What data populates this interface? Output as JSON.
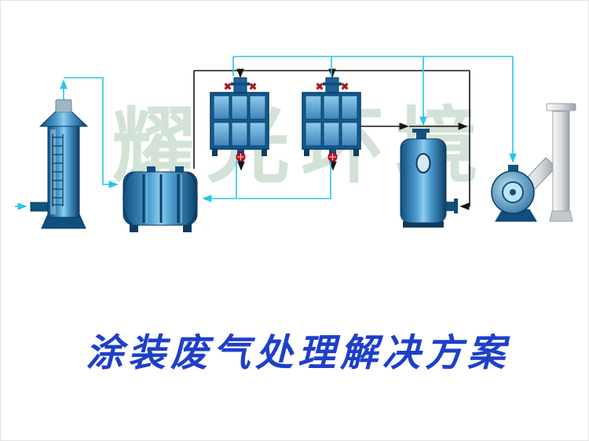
{
  "page": {
    "background": "#ffffff"
  },
  "watermark": {
    "text": "耀光环境",
    "color": "#c9dccd"
  },
  "title": {
    "text": "涂装废气处理解决方案",
    "color": "#1e3fc8"
  },
  "colors": {
    "equipment_blue_dark": "#0d4a78",
    "equipment_blue_mid": "#4d9dd0",
    "equipment_blue_light": "#8fcdec",
    "panel_blue": "#7ec2e8",
    "pipe_black": "#161616",
    "pipe_cyan": "#29c5e6",
    "valve_red": "#c9121f",
    "chimney_gray": "#d9dde0"
  },
  "components": [
    {
      "name": "spray-tower"
    },
    {
      "name": "uv-filter-box"
    },
    {
      "name": "activated-carbon-box-1"
    },
    {
      "name": "activated-carbon-box-2"
    },
    {
      "name": "settling-tank"
    },
    {
      "name": "centrifugal-fan"
    },
    {
      "name": "chimney"
    }
  ]
}
